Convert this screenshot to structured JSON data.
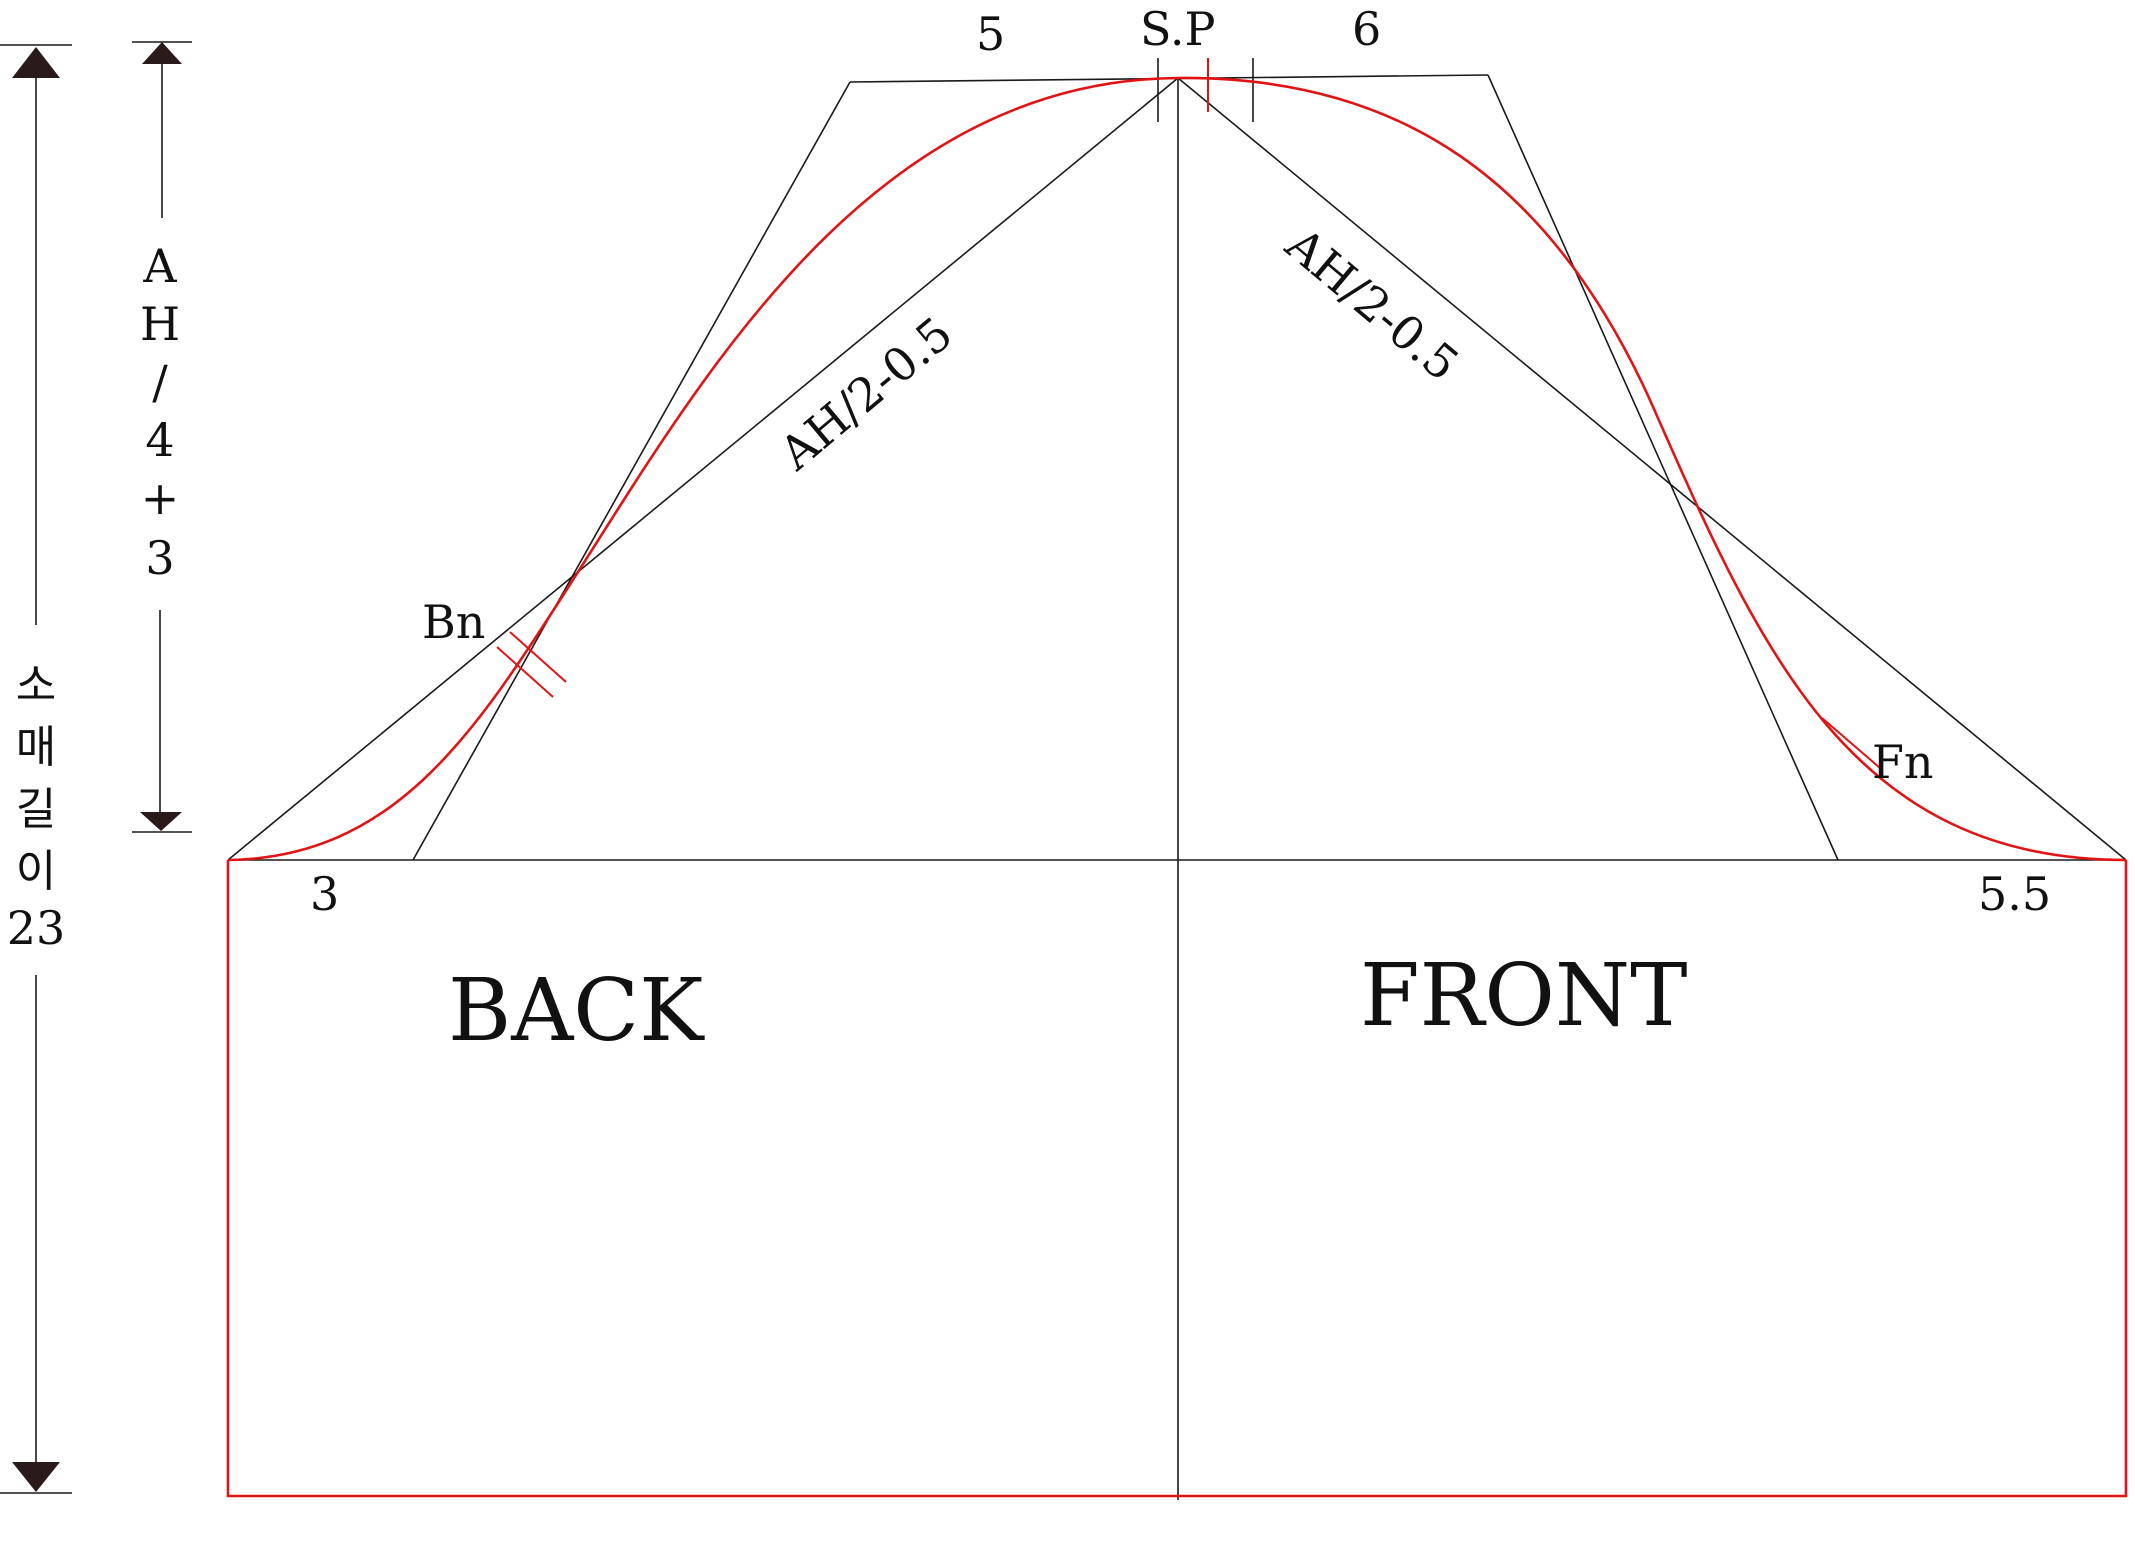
{
  "labels": {
    "shoulder_point": "S.P",
    "back_top_offset": "5",
    "front_top_offset": "6",
    "back_diagonal": "AH/2-0.5",
    "front_diagonal": "AH/2-0.5",
    "back_notch": "Bn",
    "front_notch": "Fn",
    "back_bottom_offset": "3",
    "front_bottom_offset": "5.5",
    "back_panel": "BACK",
    "front_panel": "FRONT",
    "cap_height_chars": [
      "A",
      "H",
      "/",
      "4",
      "+",
      "3"
    ],
    "sleeve_length_chars": [
      "소",
      "매",
      "길",
      "이",
      "23"
    ]
  },
  "colors": {
    "line": "#1a1a1a",
    "pattern": "#e01414"
  }
}
